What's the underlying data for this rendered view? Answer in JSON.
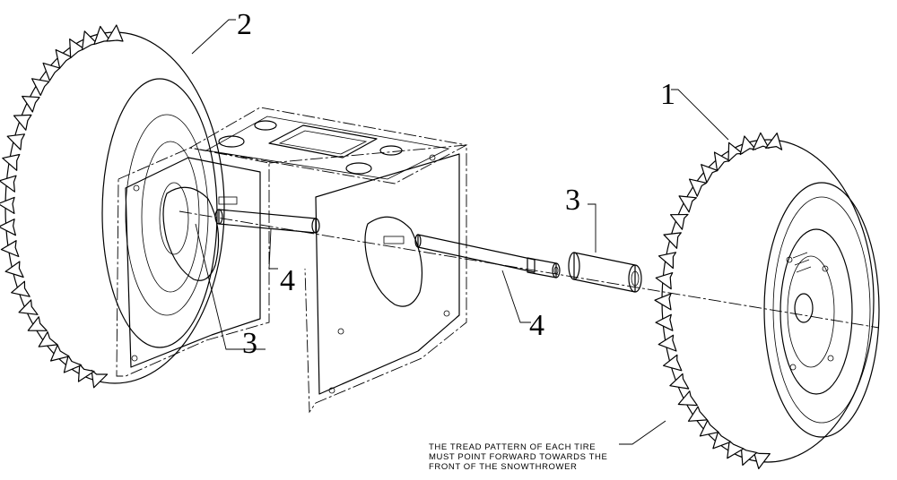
{
  "callouts": {
    "c1": "1",
    "c2": "2",
    "c3_spacer": "3",
    "c3_left": "3",
    "c4_upper": "4",
    "c4_lower": "4"
  },
  "note": {
    "line1": "THE TREAD PATTERN OF EACH TIRE",
    "line2": "MUST POINT FORWARD TOWARDS THE",
    "line3": "FRONT OF THE SNOWTHROWER"
  }
}
